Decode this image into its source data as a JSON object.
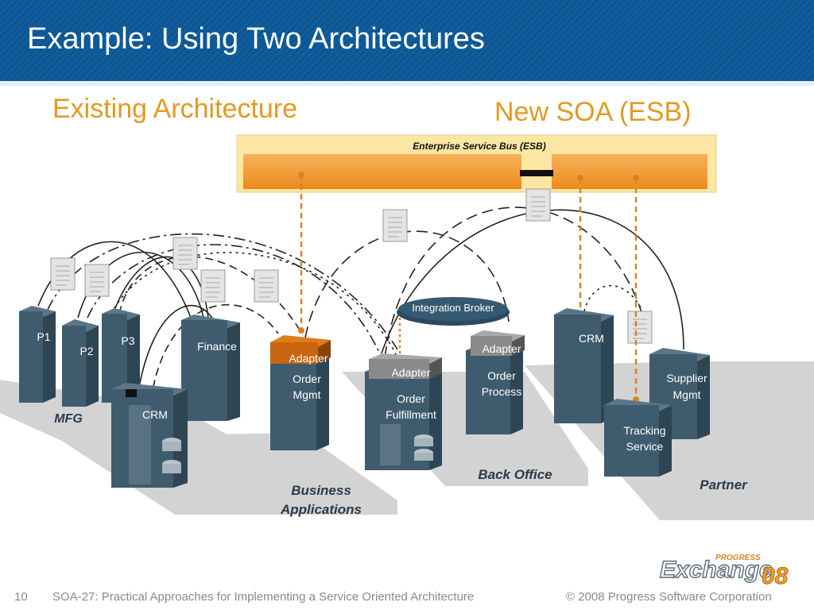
{
  "slide": {
    "title": "Example: Using Two Architectures",
    "left_heading": "Existing Architecture",
    "right_heading": "New SOA (ESB)"
  },
  "esb": {
    "label": "Enterprise Service Bus (ESB)"
  },
  "groups": {
    "mfg": "MFG",
    "business_line1": "Business",
    "business_line2": "Applications",
    "back_office": "Back Office",
    "partner": "Partner"
  },
  "servers": {
    "p1": "P1",
    "p2": "P2",
    "p3": "P3",
    "finance": "Finance",
    "crm_left": "CRM",
    "order_mgmt_line1": "Order",
    "order_mgmt_line2": "Mgmt",
    "order_fulfillment_line1": "Order",
    "order_fulfillment_line2": "Fulfillment",
    "order_process_line1": "Order",
    "order_process_line2": "Process",
    "crm_right": "CRM",
    "supplier_mgmt_line1": "Supplier",
    "supplier_mgmt_line2": "Mgmt",
    "tracking_line1": "Tracking",
    "tracking_line2": "Service"
  },
  "adapters": {
    "order_mgmt": "Adapter",
    "order_fulfillment": "Adapter",
    "order_process": "Adapter"
  },
  "integration_broker": "Integration Broker",
  "logo": {
    "brand": "PROGRESS",
    "product": "Exchange",
    "year": "08"
  },
  "footer": {
    "page": "10",
    "talk": "SOA-27: Practical Approaches for Implementing a Service Oriented Architecture",
    "copyright": "© 2008 Progress Software Corporation"
  },
  "colors": {
    "title_bar": "#0d5794",
    "heading": "#e09a24",
    "esb_bar": "#f29a2e",
    "esb_frame": "#fbe6a4",
    "server": "#3f5c6e",
    "adapter_orange": "#c8650e",
    "adapter_gray": "#8a8a8a",
    "connector": "#d98324",
    "platform": "#cfcfcf"
  }
}
